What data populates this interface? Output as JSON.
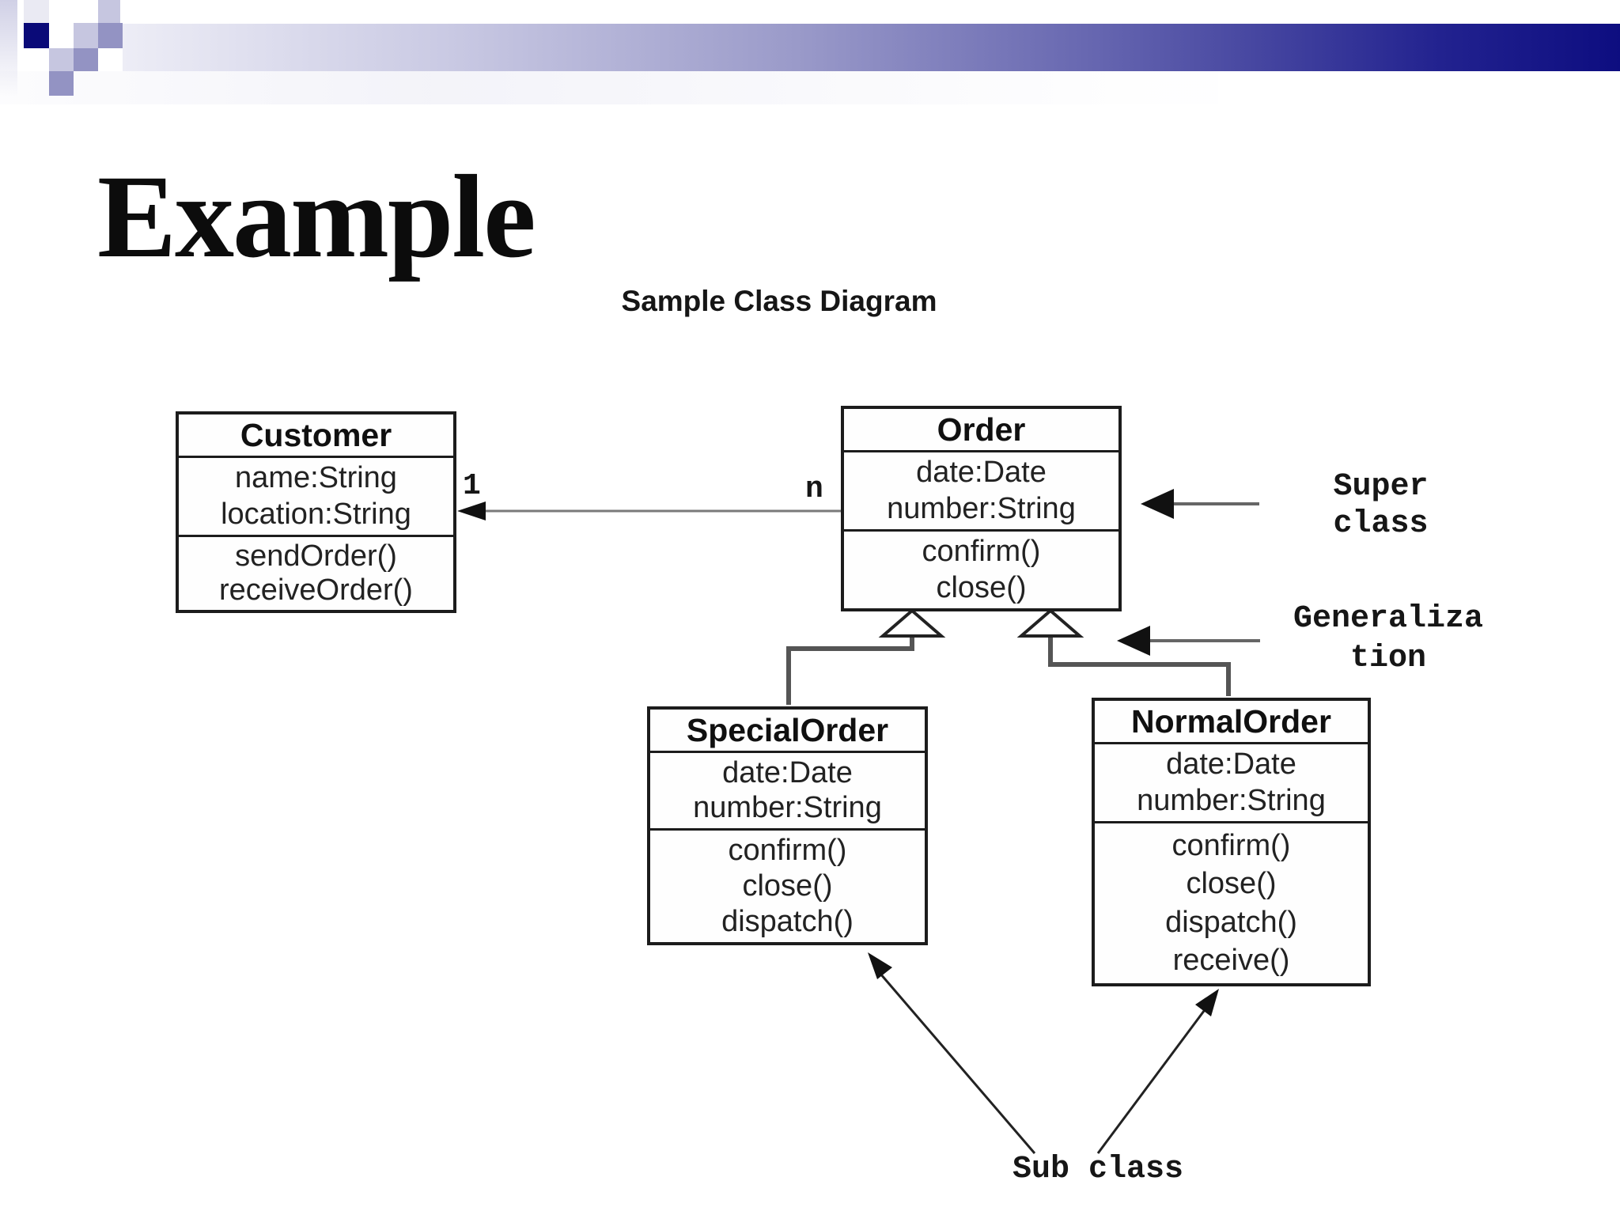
{
  "slide": {
    "title": "Example"
  },
  "diagram": {
    "caption": "Sample Class Diagram",
    "classes": [
      {
        "name": "Customer",
        "attributes": [
          "name:String",
          "location:String"
        ],
        "methods": [
          "sendOrder()",
          "receiveOrder()"
        ]
      },
      {
        "name": "Order",
        "attributes": [
          "date:Date",
          "number:String"
        ],
        "methods": [
          "confirm()",
          "close()"
        ]
      },
      {
        "name": "SpecialOrder",
        "attributes": [
          "date:Date",
          "number:String"
        ],
        "methods": [
          "confirm()",
          "close()",
          "dispatch()"
        ]
      },
      {
        "name": "NormalOrder",
        "attributes": [
          "date:Date",
          "number:String"
        ],
        "methods": [
          "confirm()",
          "close()",
          "dispatch()",
          "receive()"
        ]
      }
    ],
    "multiplicities": {
      "customer_end": "1",
      "order_end": "n"
    },
    "annotations": {
      "super_class": "Super\nclass",
      "generalization": "Generaliza\ntion",
      "sub_class": "Sub class"
    }
  },
  "colors": {
    "bar_navy": "#0d0d80",
    "bar_light": "#ededf6",
    "square_navy": "#0a0a78",
    "square_lavender": "#c6c6e0",
    "square_medium": "#9393c3",
    "square_pale": "#eaeaf3",
    "text": "#1a1a1a",
    "line_gray": "#666666",
    "assoc_gray": "#7a7a7a",
    "border": "#1c1c1c"
  }
}
